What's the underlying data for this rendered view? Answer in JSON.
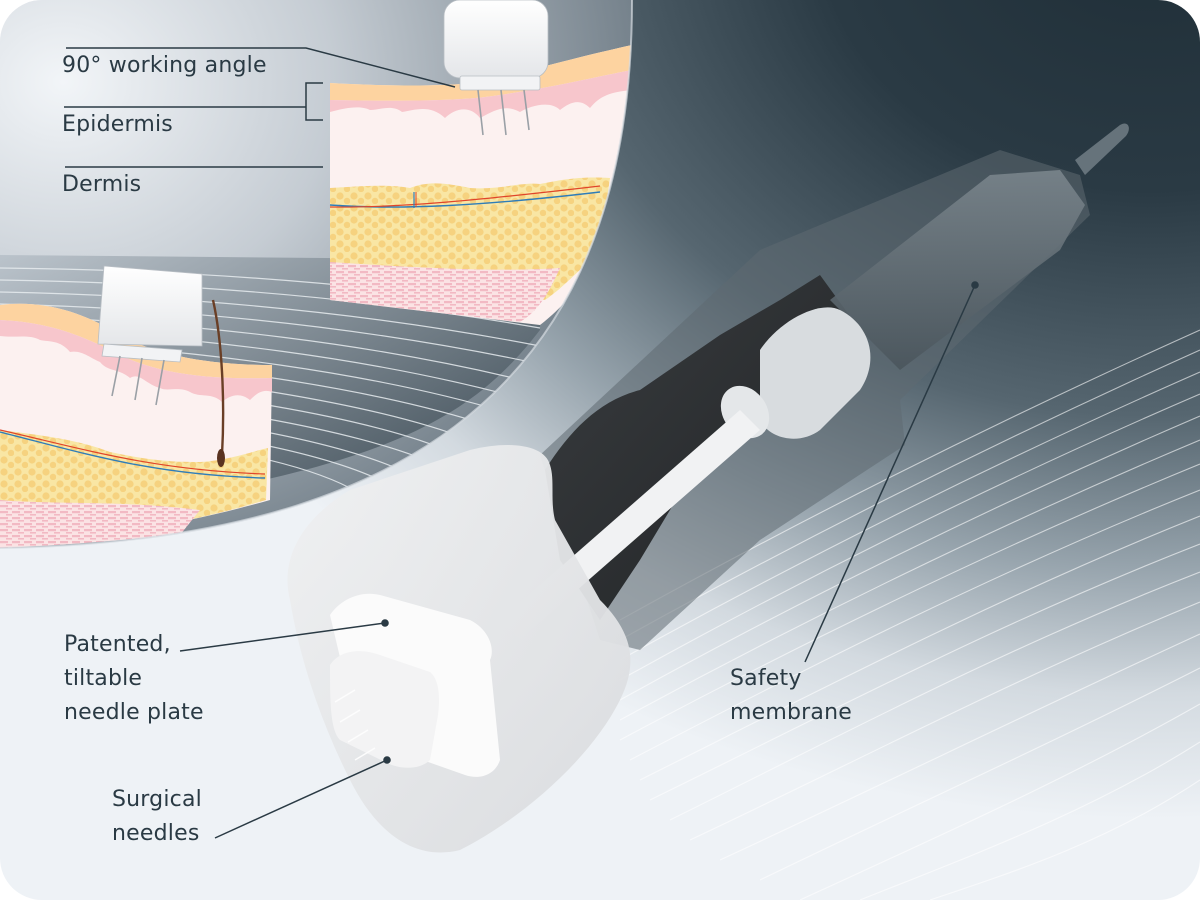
{
  "figure": {
    "subject": "Microneedling handpiece cartridge cross-section with skin layer insets",
    "colors": {
      "background_dark": "#23323b",
      "background_light": "#f1f4f7",
      "label_text": "#2a3a44",
      "leader_line": "#2a3a44",
      "skin_stratum": "#fdd3a0",
      "skin_epidermis": "#f7c6cc",
      "skin_dermis": "#fcf1f0",
      "skin_fat": "#f9e29a",
      "skin_muscle": "#f5c4cc",
      "artery": "#e0452a",
      "vein": "#2f7db8"
    }
  },
  "inset_top": {
    "labels": {
      "working_angle": "90° working angle",
      "epidermis": "Epidermis",
      "dermis": "Dermis"
    }
  },
  "device": {
    "callouts": {
      "needle_plate": "Patented,\ntiltable\nneedle plate",
      "needles": "Surgical\nneedles",
      "membrane": "Safety\nmembrane"
    }
  }
}
